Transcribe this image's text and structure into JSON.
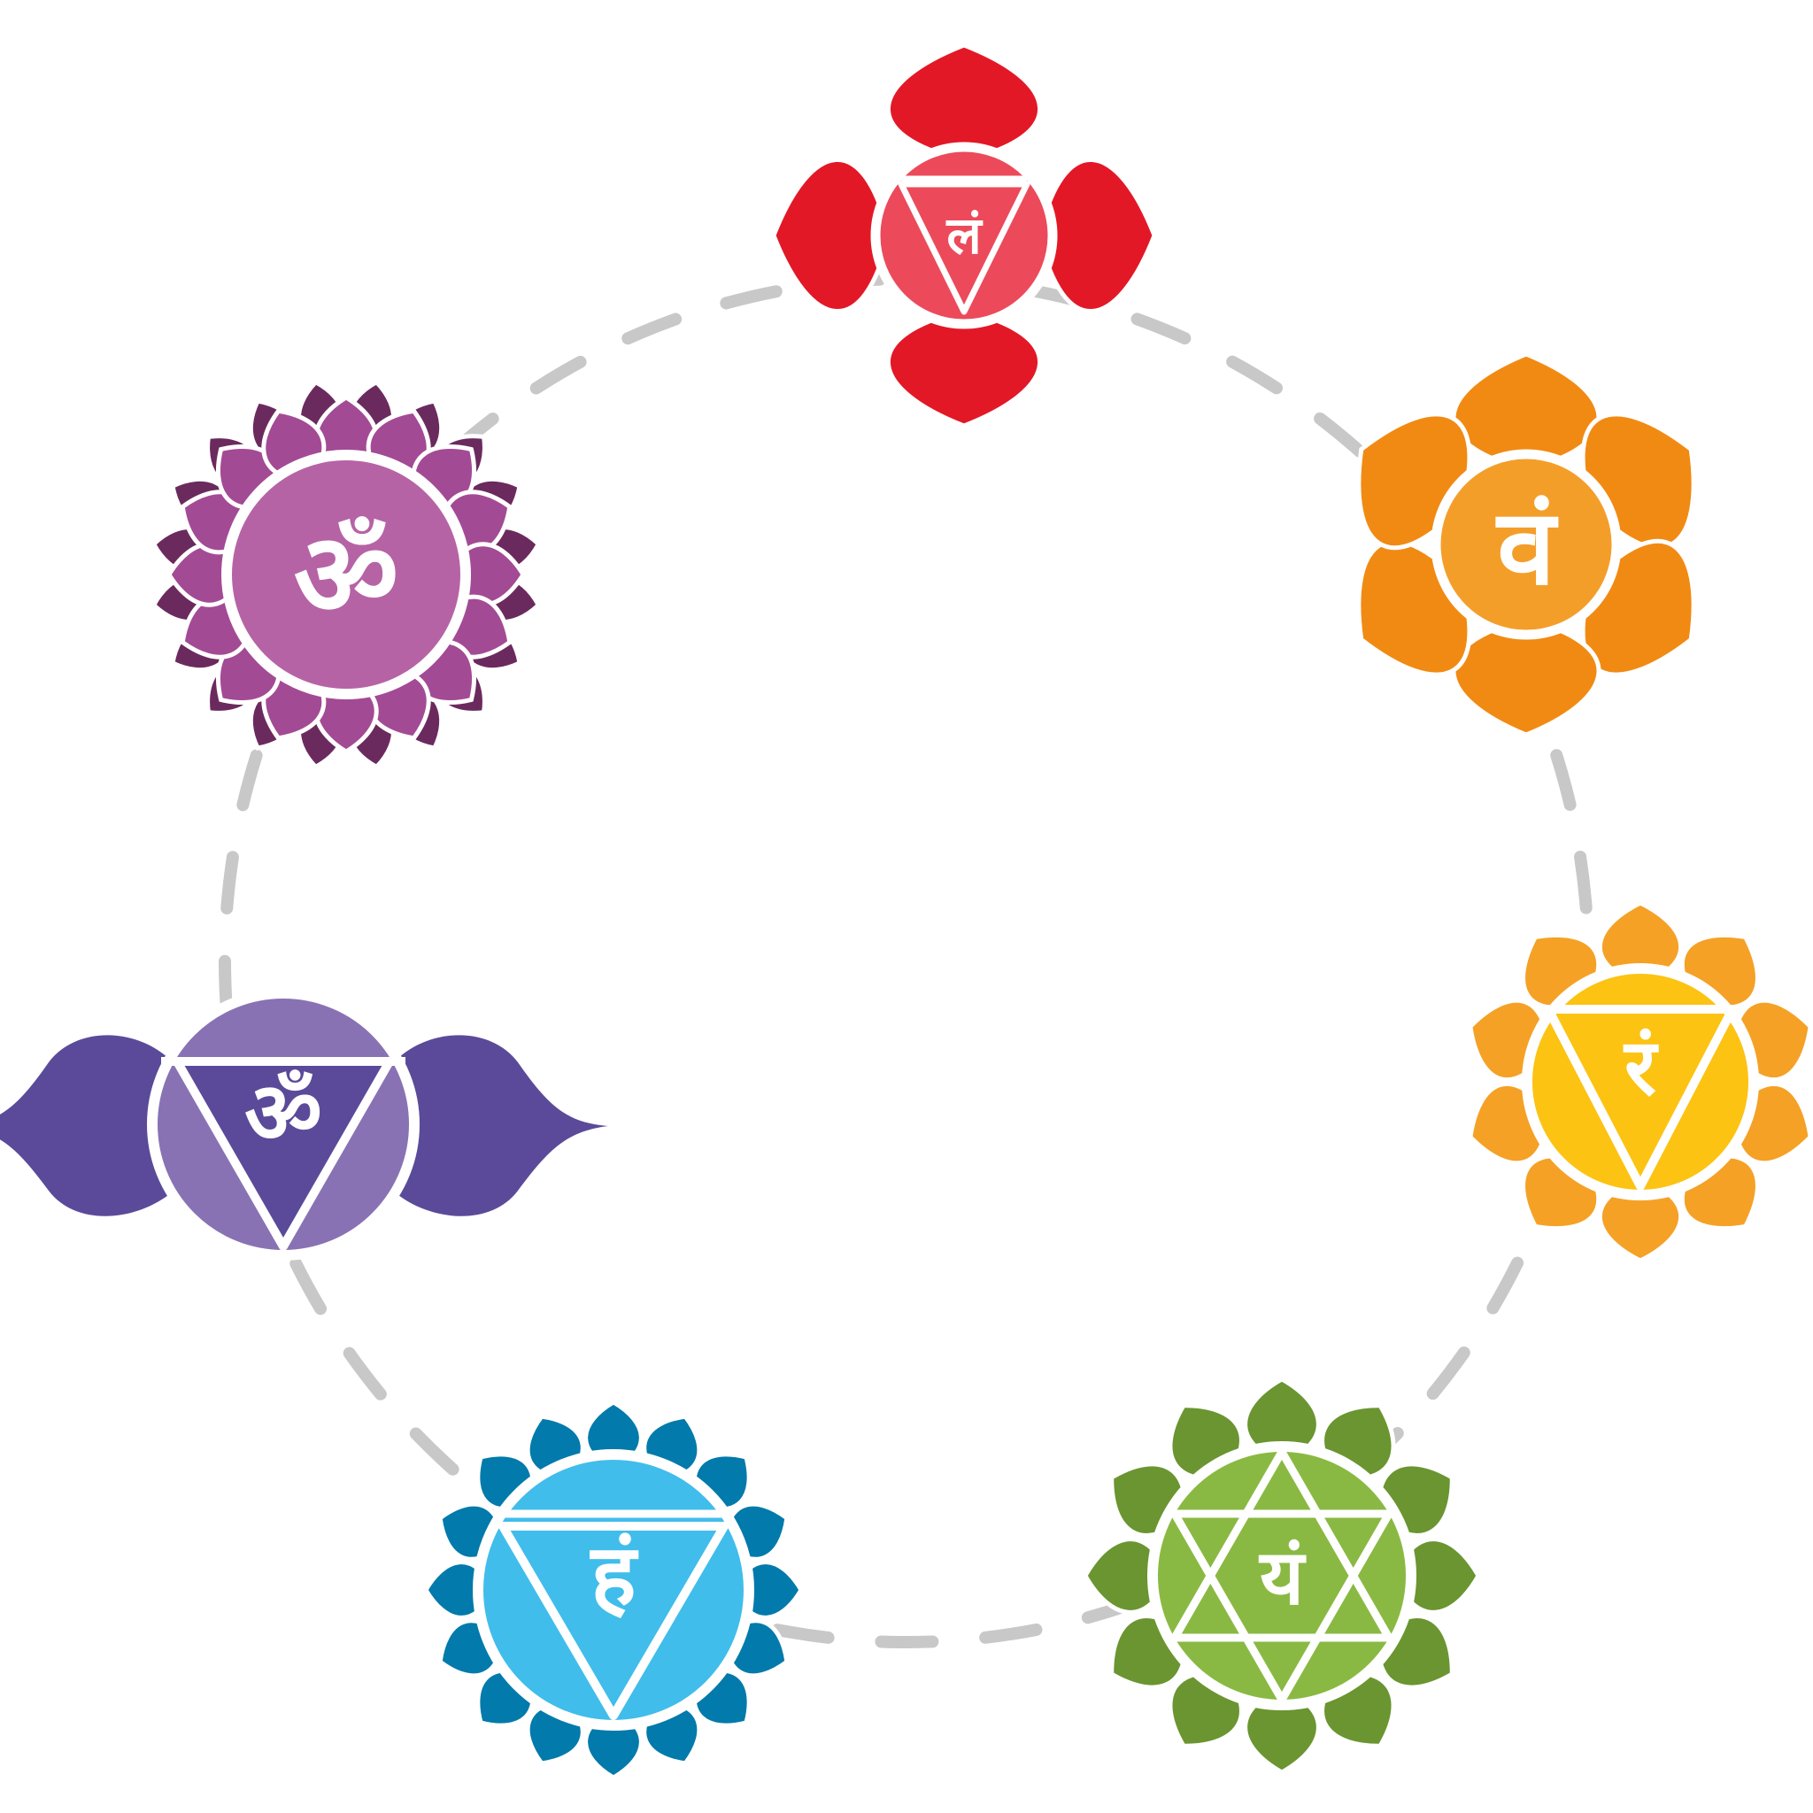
{
  "diagram": {
    "connector": {
      "color": "#c8c8c8",
      "style": "dashed",
      "shape": "circle"
    },
    "chakras": [
      {
        "id": "root",
        "symbol": "लं",
        "shape": "lotus-4-petal",
        "triangle": "down",
        "colors": {
          "petal": "#e31826",
          "disc": "#ec4a5a",
          "petal_dark": "#e31826"
        }
      },
      {
        "id": "sacral",
        "symbol": "वं",
        "shape": "lotus-6-petal",
        "triangle": "none",
        "colors": {
          "petal": "#f18a13",
          "disc": "#f49e2a",
          "petal_dark": "#f18a13"
        }
      },
      {
        "id": "solar-plexus",
        "symbol": "रं",
        "shape": "lotus-10-petal",
        "triangle": "down",
        "colors": {
          "petal": "#f5a126",
          "disc": "#fcc313",
          "petal_dark": "#f5a126"
        }
      },
      {
        "id": "heart",
        "symbol": "यं",
        "shape": "lotus-12-petal",
        "triangle": "hexagram",
        "colors": {
          "petal": "#6a9530",
          "disc": "#8ab943",
          "petal_dark": "#6a9530"
        }
      },
      {
        "id": "throat",
        "symbol": "हं",
        "shape": "lotus-16-petal",
        "triangle": "down",
        "colors": {
          "petal": "#027aab",
          "disc": "#40bdeb",
          "petal_dark": "#027aab"
        }
      },
      {
        "id": "third-eye",
        "symbol": "ॐ",
        "shape": "lotus-2-petal",
        "triangle": "down",
        "colors": {
          "petal": "#5b4a99",
          "disc": "#8872b3",
          "petal_dark": "#5b4a99"
        }
      },
      {
        "id": "crown",
        "symbol": "ॐ",
        "shape": "lotus-thousand-petal",
        "triangle": "none",
        "colors": {
          "petal": "#a34a95",
          "disc": "#b663a6",
          "petal_dark": "#6b2a5e"
        }
      }
    ]
  }
}
